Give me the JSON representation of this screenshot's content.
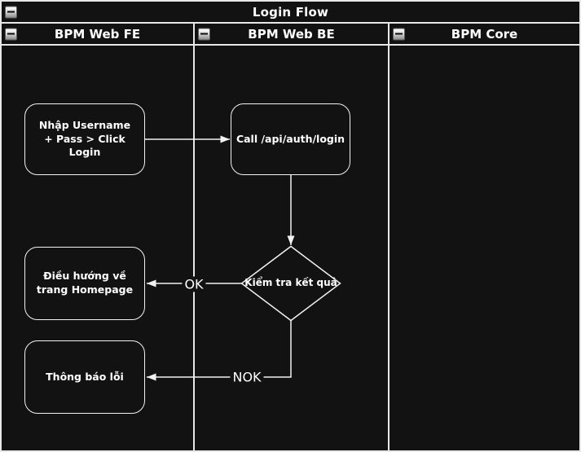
{
  "diagram": {
    "title": "Login Flow",
    "lanes": [
      {
        "label": "BPM Web FE"
      },
      {
        "label": "BPM Web BE"
      },
      {
        "label": "BPM Core"
      }
    ],
    "nodes": {
      "enter_credentials": {
        "label": "Nhập Username + Pass > Click Login"
      },
      "call_login_api": {
        "label": "Call /api/auth/login"
      },
      "check_result": {
        "label": "Kiểm tra kết quả"
      },
      "redirect_homepage": {
        "label": "Điều hướng về trang Homepage"
      },
      "show_error": {
        "label": "Thông báo lỗi"
      }
    },
    "edge_labels": {
      "ok": "OK",
      "nok": "NOK"
    },
    "icons": {
      "collapse": "minus"
    },
    "colors": {
      "background": "#121212",
      "stroke": "#f2f2f2",
      "text": "#ffffff",
      "collapse_button": "#c9c9c9"
    }
  }
}
